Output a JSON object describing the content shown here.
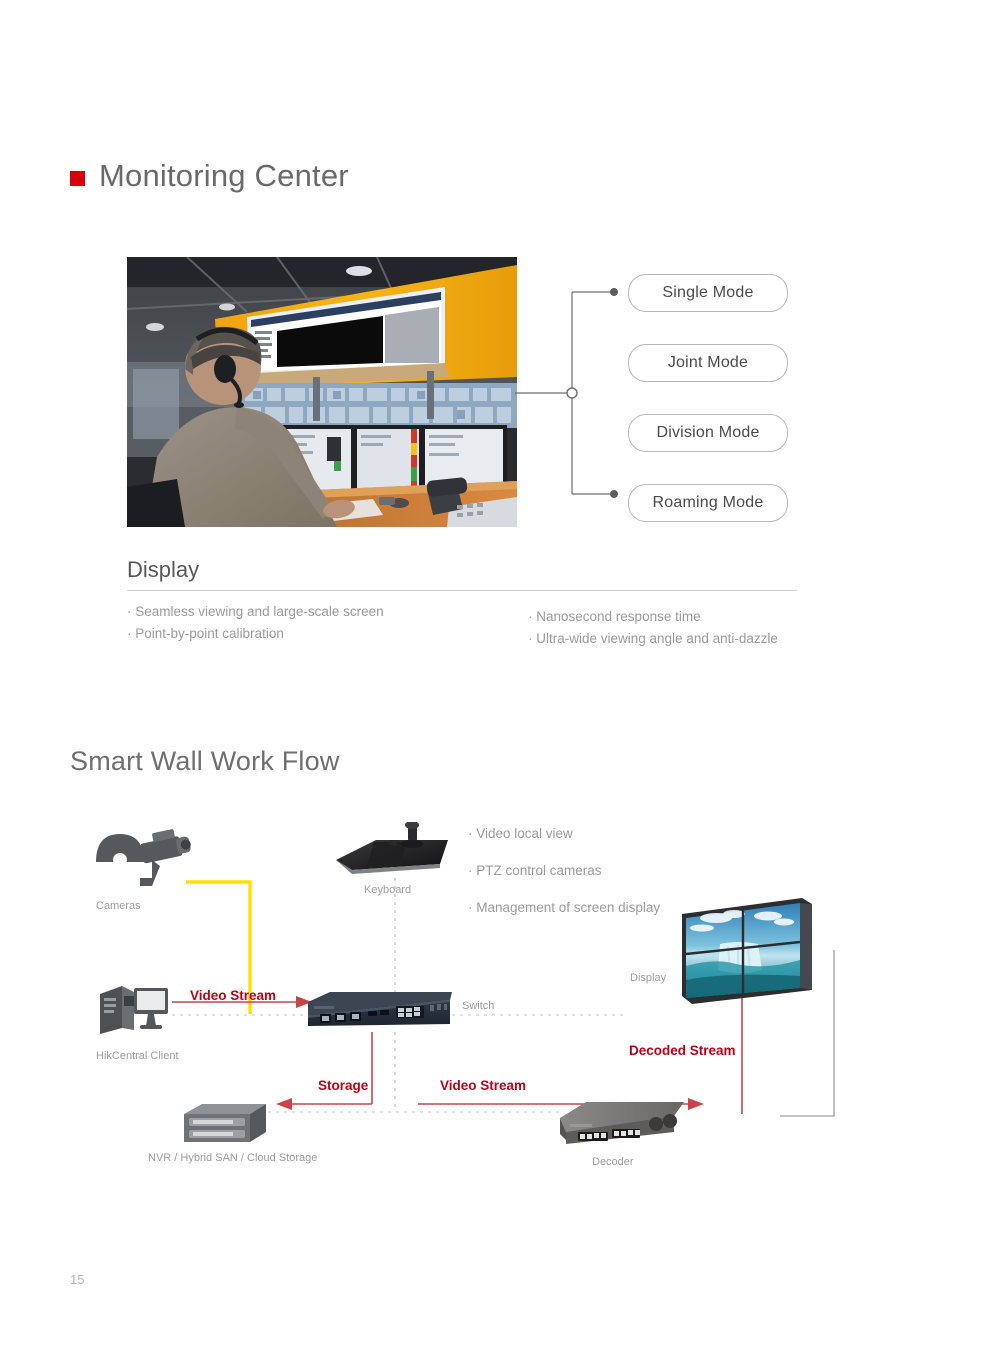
{
  "page": {
    "title": "Monitoring Center",
    "number": "15",
    "accent_color": "#d9000d",
    "stream_color": "#c00014"
  },
  "photo": {
    "alt_name": "control-room-photo"
  },
  "modes": {
    "items": [
      {
        "label": "Single Mode"
      },
      {
        "label": "Joint Mode"
      },
      {
        "label": "Division Mode"
      },
      {
        "label": "Roaming Mode"
      }
    ]
  },
  "display_section": {
    "heading": "Display",
    "left_features": [
      "Seamless viewing and large-scale screen",
      "Point-by-point calibration"
    ],
    "right_features": [
      "Nanosecond response time",
      "Ultra-wide viewing angle and anti-dazzle"
    ]
  },
  "flow_section": {
    "heading": "Smart Wall Work Flow",
    "nodes": {
      "cameras": "Cameras",
      "keyboard": "Keyboard",
      "client": "HikCentral Client",
      "switch": "Switch",
      "storage": "NVR / Hybrid SAN / Cloud Storage",
      "decoder": "Decoder",
      "display": "Display"
    },
    "keyboard_features": [
      "Video local view",
      "PTZ control cameras",
      "Management of screen display"
    ],
    "stream_labels": {
      "video_stream_left": "Video Stream",
      "storage": "Storage",
      "video_stream_right": "Video Stream",
      "decoded_stream": "Decoded Stream"
    }
  }
}
